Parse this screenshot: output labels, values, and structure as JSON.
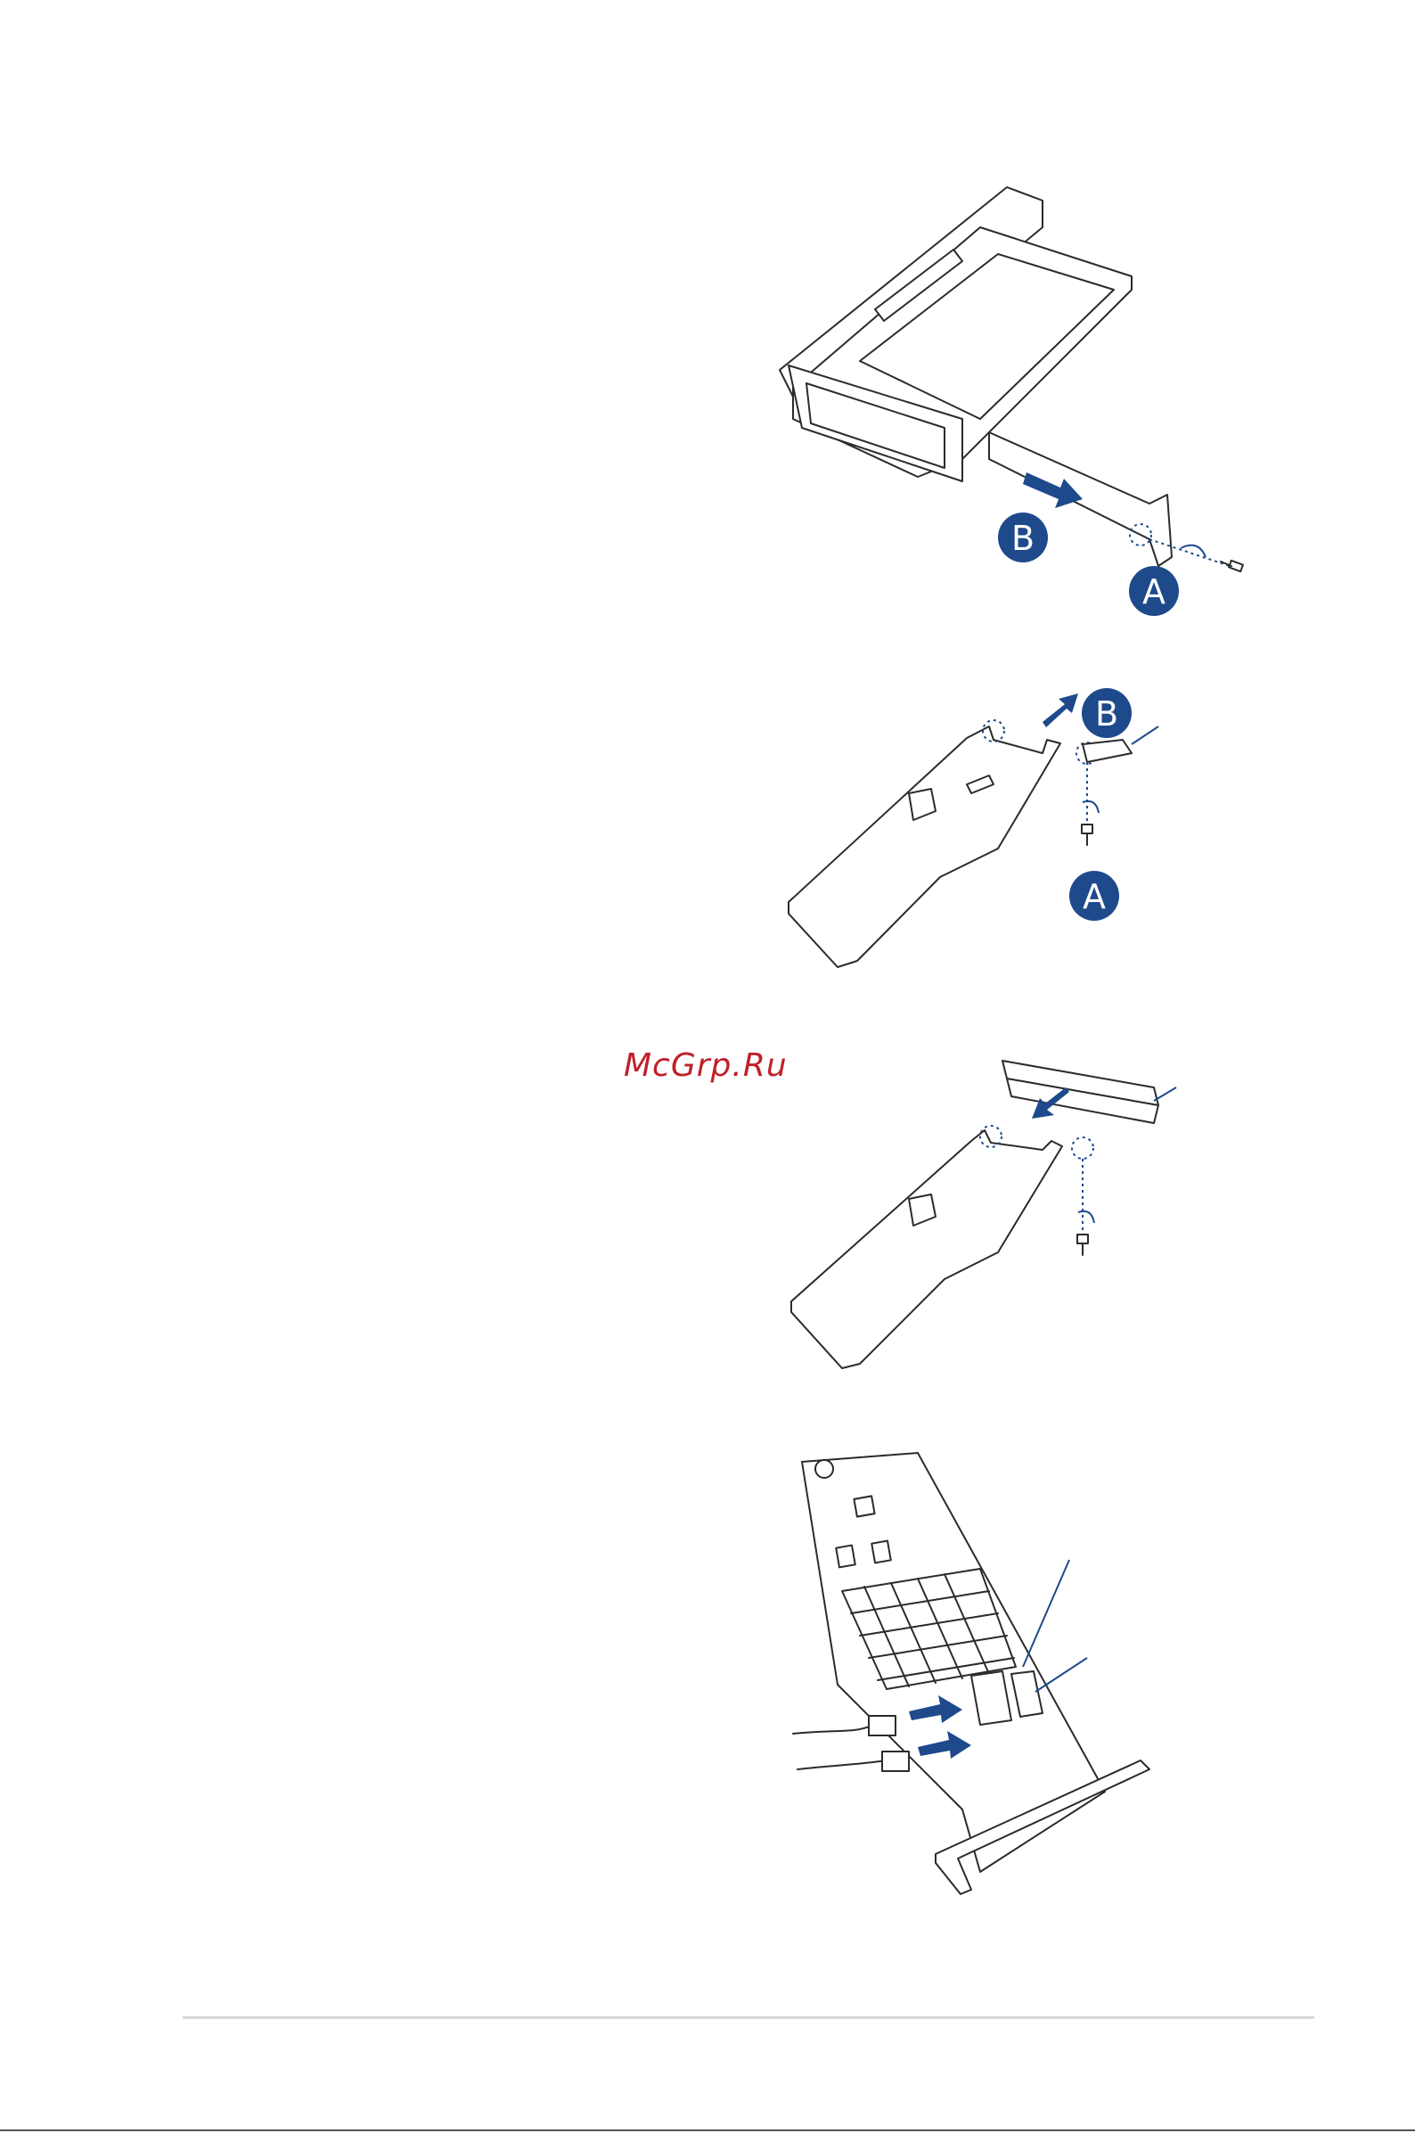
{
  "watermark": {
    "text": "McGrp.Ru"
  },
  "figures": {
    "bracket_removal": {
      "step_a_label": "A",
      "step_b_label": "B"
    },
    "card_bracket_removal": {
      "step_a_label": "A",
      "step_b_label": "B"
    }
  },
  "colors": {
    "accent": "#1e4a8c",
    "line": "#2b2b2b",
    "watermark": "#c0202a"
  }
}
